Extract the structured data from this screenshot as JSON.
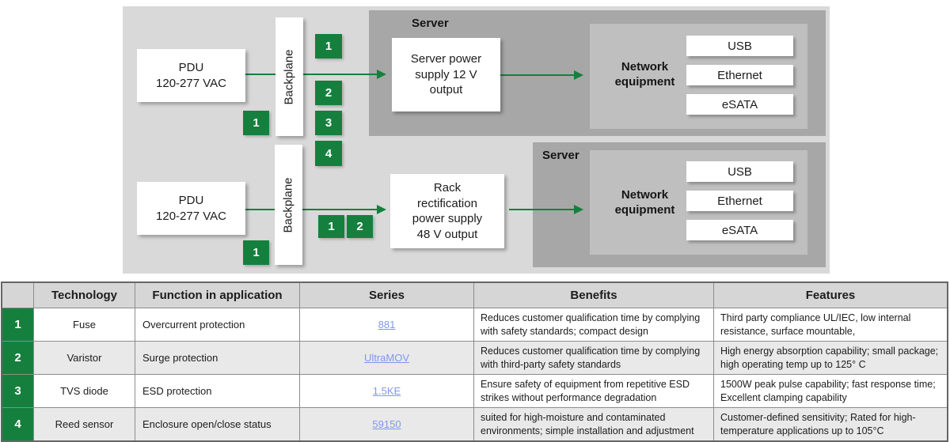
{
  "colors": {
    "accent_green": "#15803d",
    "link_blue": "#7f97f0",
    "diagram_bg": "#d9d9d9",
    "server_gray": "#a7a7a7",
    "network_gray": "#bfbfbf"
  },
  "diagram": {
    "pdu_text": "PDU\n120-277 VAC",
    "backplane_label": "Backplane",
    "server_label": "Server",
    "network_label": "Network\nequipment",
    "ports": [
      "USB",
      "Ethernet",
      "eSATA"
    ],
    "top": {
      "psu_text": "Server power\nsupply 12 V\noutput",
      "square_left": "1",
      "squares_right": [
        "1",
        "2",
        "3",
        "4"
      ]
    },
    "bottom": {
      "psu_text": "Rack\nrectification\npower supply\n48 V output",
      "square_left": "1",
      "squares_mid": [
        "1",
        "2"
      ]
    }
  },
  "table": {
    "headers": [
      "",
      "Technology",
      "Function in application",
      "Series",
      "Benefits",
      "Features"
    ],
    "rows": [
      {
        "num": "1",
        "technology": "Fuse",
        "function": "Overcurrent protection",
        "series": "881",
        "benefits": "Reduces customer qualification time by complying with safety standards; compact design",
        "features": "Third party compliance UL/IEC, low internal resistance, surface mountable,"
      },
      {
        "num": "2",
        "technology": "Varistor",
        "function": "Surge protection",
        "series": "UltraMOV",
        "benefits": "Reduces customer qualification time by complying with third-party safety standards",
        "features": "High energy absorption capability; small package; high operating temp up to 125° C"
      },
      {
        "num": "3",
        "technology": "TVS diode",
        "function": "ESD protection",
        "series": "1.5KE",
        "benefits": "Ensure safety of equipment from repetitive ESD strikes without performance degradation",
        "features": "1500W peak pulse capability; fast response time; Excellent clamping capability"
      },
      {
        "num": "4",
        "technology": "Reed sensor",
        "function": "Enclosure open/close status",
        "series": "59150",
        "benefits": "suited for high-moisture and contaminated environments; simple installation and adjustment",
        "features": "Customer-defined sensitivity; Rated for high-temperature applications up to 105°C"
      }
    ]
  }
}
